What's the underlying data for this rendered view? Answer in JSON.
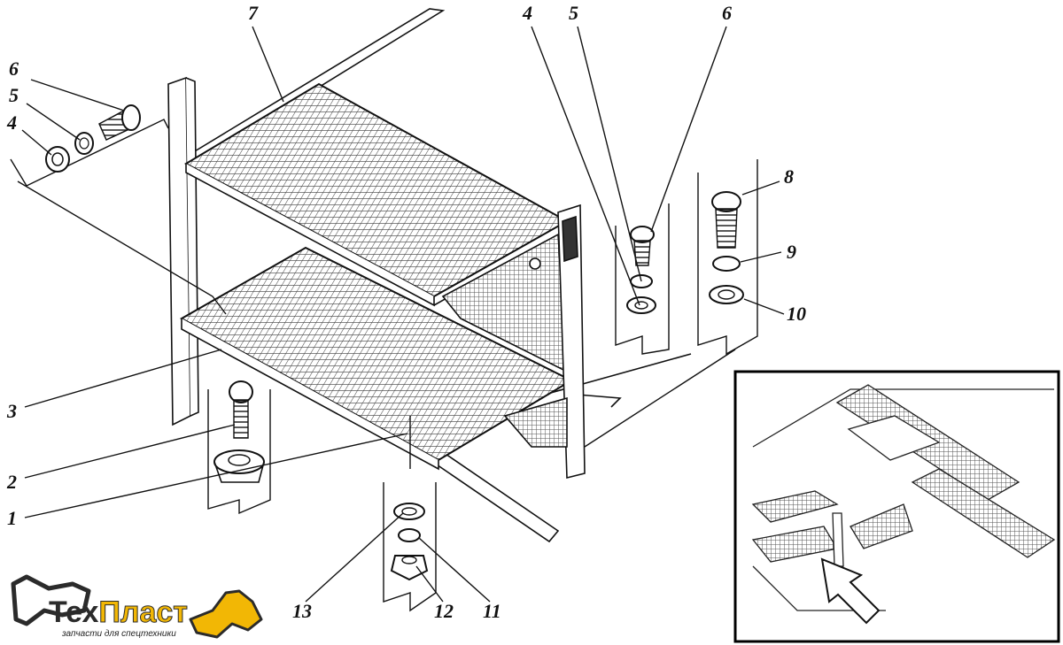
{
  "callouts": [
    {
      "id": "c7",
      "text": "7"
    },
    {
      "id": "c6a",
      "text": "6"
    },
    {
      "id": "c5a",
      "text": "5"
    },
    {
      "id": "c4a",
      "text": "4"
    },
    {
      "id": "c4b",
      "text": "4"
    },
    {
      "id": "c5b",
      "text": "5"
    },
    {
      "id": "c6b",
      "text": "6"
    },
    {
      "id": "c8",
      "text": "8"
    },
    {
      "id": "c9",
      "text": "9"
    },
    {
      "id": "c10",
      "text": "10"
    },
    {
      "id": "c3",
      "text": "3"
    },
    {
      "id": "c2",
      "text": "2"
    },
    {
      "id": "c1",
      "text": "1"
    },
    {
      "id": "c13",
      "text": "13"
    },
    {
      "id": "c12",
      "text": "12"
    },
    {
      "id": "c11",
      "text": "11"
    }
  ],
  "logo": {
    "name_part1": "Тех",
    "name_part2": "Пласт",
    "tagline": "запчасти для спецтехники",
    "colors": {
      "dark": "#2b2b2b",
      "accent": "#f2b705",
      "tagline": "#222222"
    }
  },
  "colors": {
    "line": "#111111",
    "mesh": "#555555",
    "frame": "#000000"
  }
}
